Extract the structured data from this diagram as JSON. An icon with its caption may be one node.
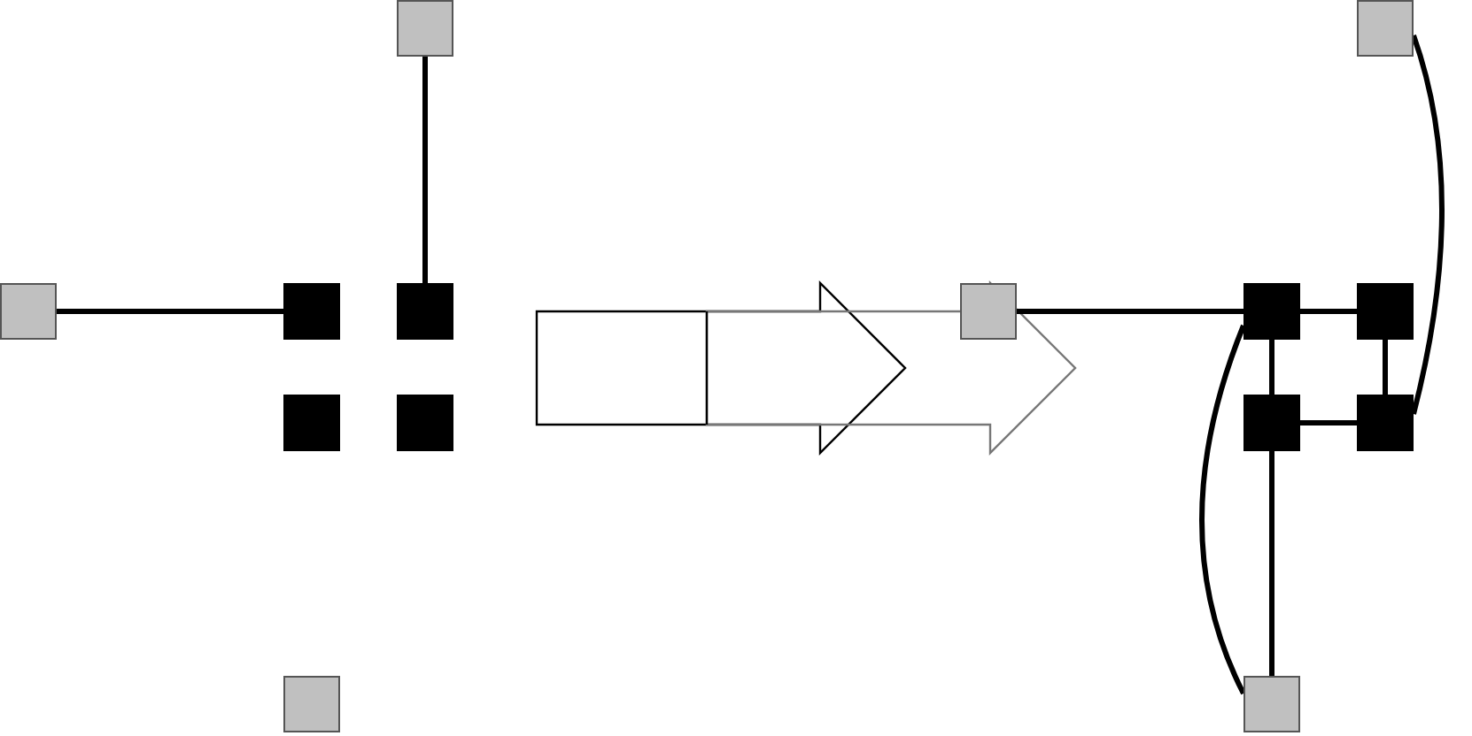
{
  "diagram": {
    "nodes": [
      {
        "text": [],
        "shape": "box"
      },
      {
        "text": [],
        "shape": "box"
      },
      {
        "text": [],
        "shape": "box"
      },
      {
        "text": [],
        "shape": "box"
      },
      {
        "text": [],
        "shape": "box"
      },
      {
        "text": [],
        "shape": "box"
      },
      {
        "text": [],
        "shape": "box"
      },
      {
        "text": [],
        "shape": "box"
      },
      {
        "text": [],
        "shape": "box"
      },
      {
        "text": [],
        "shape": "box"
      },
      {
        "text": [],
        "shape": "box"
      },
      {
        "text": [],
        "shape": "box"
      },
      {
        "text": [],
        "shape": "box"
      },
      {
        "text": [],
        "shape": "box"
      }
    ],
    "edges": [
      {
        "from": 1,
        "to": 2,
        "arrow": "none"
      },
      {
        "from": 0,
        "to": 3,
        "arrow": "none"
      },
      {
        "from": 8,
        "to": 9,
        "arrow": "none"
      },
      {
        "from": 9,
        "to": 10,
        "arrow": "none"
      },
      {
        "from": 9,
        "to": 11,
        "arrow": "none"
      },
      {
        "from": 11,
        "to": 12,
        "arrow": "none"
      },
      {
        "from": 10,
        "to": 12,
        "arrow": "none"
      },
      {
        "from": 11,
        "to": 13,
        "arrow": "none"
      },
      {
        "from": 7,
        "to": 12,
        "arrow": "none"
      },
      {
        "from": 13,
        "to": 9,
        "arrow": "none"
      }
    ]
  }
}
